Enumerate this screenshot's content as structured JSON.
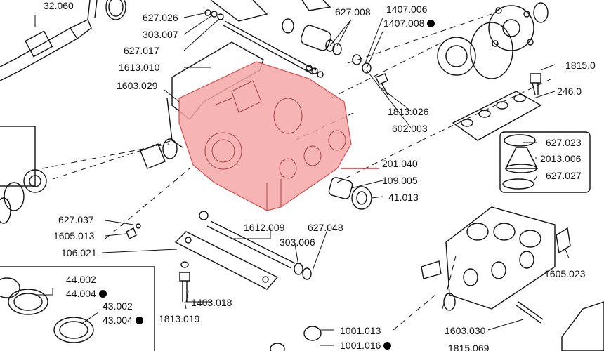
{
  "labels": {
    "l32060": "32.060",
    "l627026": "627.026",
    "l303007": "303.007",
    "l627017": "627.017",
    "l1613010": "1613.010",
    "l1603029": "1603.029",
    "l627008": "627.008",
    "l1407006": "1407.006",
    "l1407008": "1407.008",
    "l1815_top": "1815.0",
    "l246": "246.0",
    "l1813026": "1813.026",
    "l602003": "602.003",
    "l627023": "627.023",
    "l2013006": "2013.006",
    "l627027": "627.027",
    "l201040": "201.040",
    "l109005": "109.005",
    "l41013": "41.013",
    "l627037": "627.037",
    "l1605013": "1605.013",
    "l106021": "106.021",
    "l1612009": "1612.009",
    "l627048": "627.048",
    "l303006": "303.006",
    "l1605023": "1605.023",
    "l44002": "44.002",
    "l44004": "44.004",
    "l43002": "43.002",
    "l43004": "43.004",
    "l1403018": "1403.018",
    "l1813019": "1813.019",
    "l1001013": "1001.013",
    "l1001016": "1001.016",
    "l1603030": "1603.030",
    "l1815069": "1815.069"
  },
  "colors": {
    "highlight": "#f4a7a7",
    "highlight_stroke": "#d94c4c",
    "leader_highlight": "#d93030",
    "line": "#111111"
  }
}
